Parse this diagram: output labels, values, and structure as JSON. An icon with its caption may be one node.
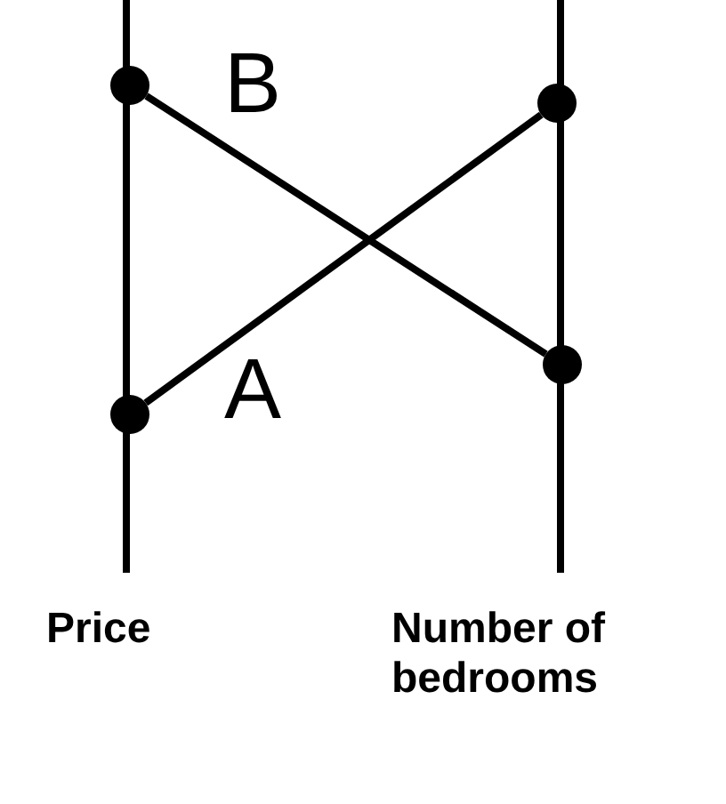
{
  "diagram": {
    "nodes": [
      {
        "text": [],
        "shape": "circle"
      },
      {
        "text": [],
        "shape": "circle"
      },
      {
        "text": [],
        "shape": "circle"
      },
      {
        "text": [],
        "shape": "circle"
      }
    ],
    "edges": [
      {
        "from": 0,
        "to": 3,
        "arrow": "none",
        "label": "B"
      },
      {
        "from": 1,
        "to": 2,
        "arrow": "none",
        "label": "A"
      }
    ],
    "labels": [
      "Price",
      "Number of bedrooms"
    ]
  }
}
